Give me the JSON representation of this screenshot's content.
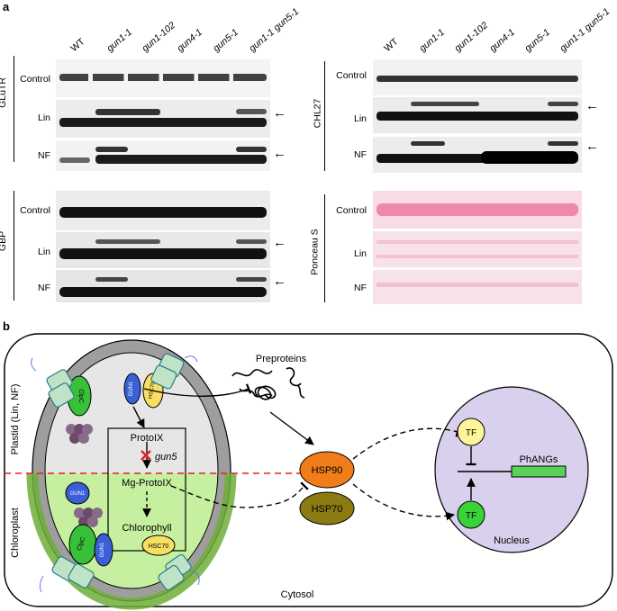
{
  "panel_a": {
    "letter": "a",
    "lanes": [
      "WT",
      "gun1-1",
      "gun1-102",
      "gun4-1",
      "gun5-1",
      "gun1-1 gun5-1"
    ],
    "blots": [
      {
        "group": "GLuTR",
        "rows": [
          "Control",
          "Lin",
          "NF"
        ]
      },
      {
        "group": "GBP",
        "rows": [
          "Control",
          "Lin",
          "NF"
        ]
      },
      {
        "group": "CHL27",
        "rows": [
          "Control",
          "Lin",
          "NF"
        ]
      },
      {
        "group": "Ponceau S",
        "rows": [
          "Control",
          "Lin",
          "NF"
        ]
      }
    ]
  },
  "panel_b": {
    "letter": "b",
    "plastid_label": "Plastid (Lin, NF)",
    "chloroplast_label": "Chloroplast",
    "protoix": "ProtoIX",
    "gun5": "gun5",
    "mg_protoix": "Mg-ProtoIX",
    "chlorophyll": "Chlorophyll",
    "preproteins": "Preproteins",
    "hsp90": "HSP90",
    "hsp70": "HSP70",
    "hsc70": "HSC70",
    "gun1": "GUN1",
    "clpc": "ClpC",
    "toc": "TOC",
    "tic": "TIC",
    "tf": "TF",
    "phangs": "PhANGs",
    "nucleus": "Nucleus",
    "cytosol": "Cytosol",
    "colors": {
      "hsp90": "#f07d1a",
      "hsp70": "#8c7a12",
      "tf_top": "#fdf59a",
      "tf_bottom": "#3ad23a",
      "nucleus": "#d8d0ec",
      "plastid": "#e6e6e6",
      "chloroplast": "#c6f0a0",
      "dashed_line": "#e02424",
      "phangs_bar": "#5ad25a"
    }
  }
}
